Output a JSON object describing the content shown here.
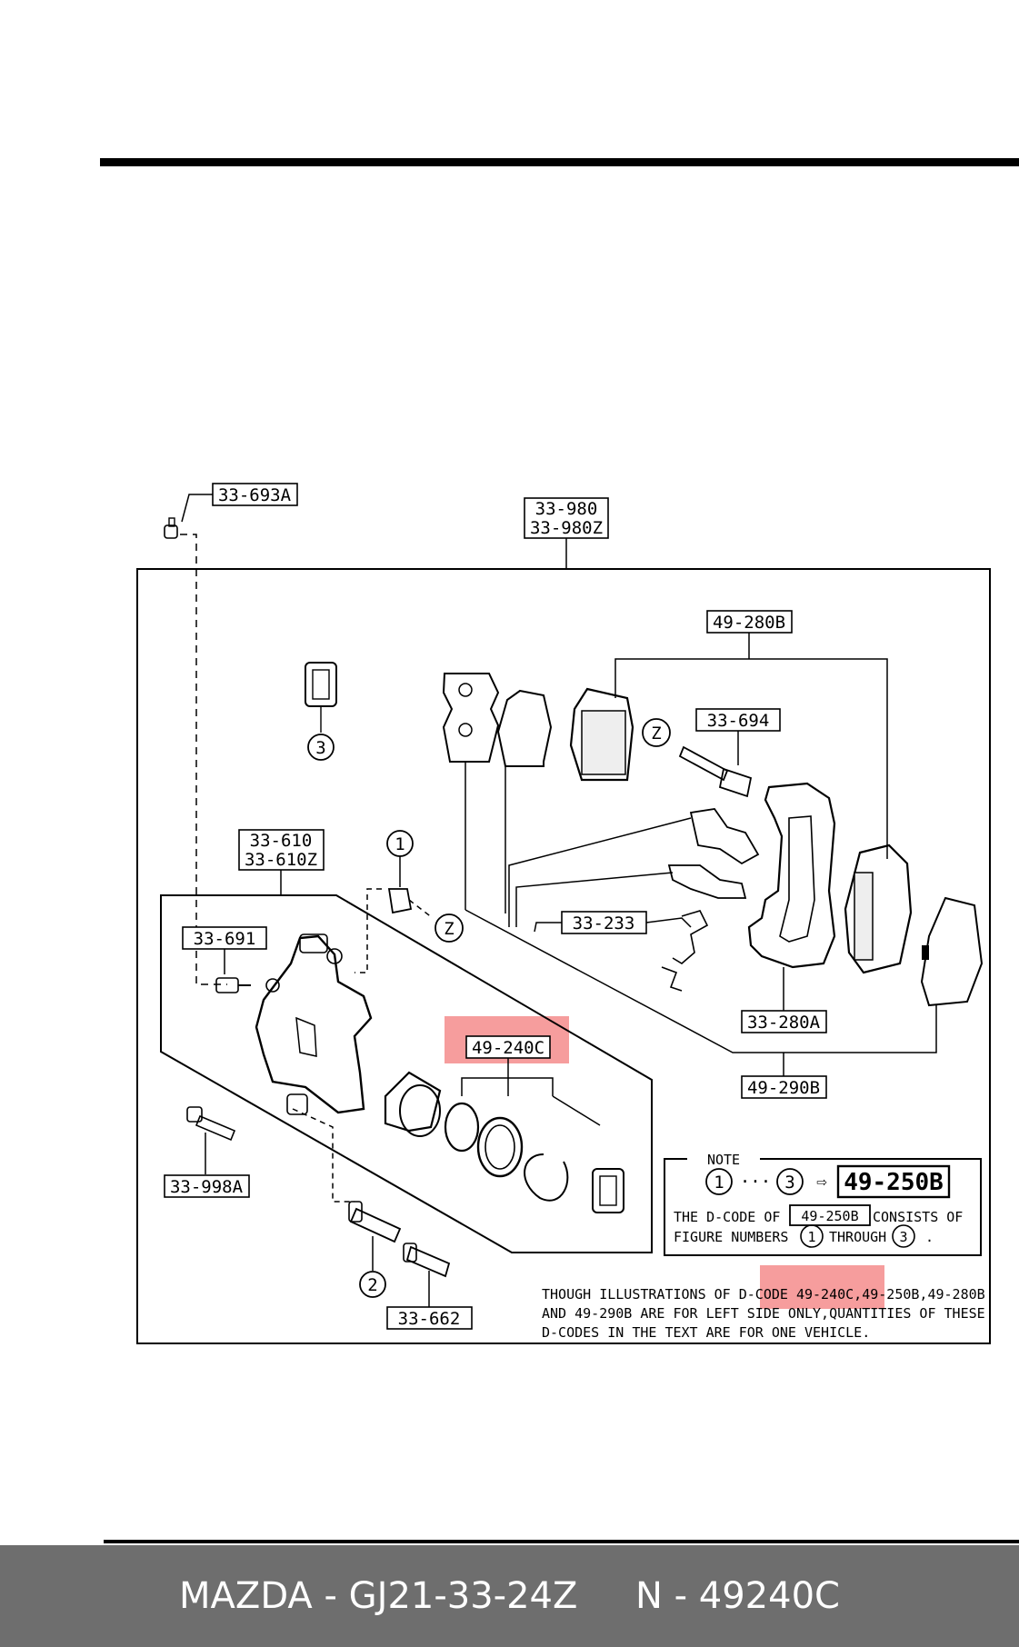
{
  "labels": {
    "l_33_693A": "33-693A",
    "l_33_980": "33-980",
    "l_33_980Z": "33-980Z",
    "l_49_280B": "49-280B",
    "l_33_694": "33-694",
    "l_33_610": "33-610",
    "l_33_610Z": "33-610Z",
    "l_33_691": "33-691",
    "l_33_233": "33-233",
    "l_49_240C": "49-240C",
    "l_33_280A": "33-280A",
    "l_49_290B": "49-290B",
    "l_33_998A": "33-998A",
    "l_33_662": "33-662"
  },
  "circles": {
    "c1": "1",
    "c2": "2",
    "c3": "3",
    "z": "Z"
  },
  "note": {
    "heading": "NOTE",
    "range_dots": "···",
    "arrow": "⇨",
    "target_code": "49-250B",
    "line1_a": "THE D-CODE OF",
    "line1_code": "49-250B",
    "line1_b": "CONSISTS OF",
    "line2_a": "FIGURE NUMBERS",
    "line2_b": "THROUGH",
    "line2_end": "."
  },
  "disclaimer": {
    "line1": "THOUGH ILLUSTRATIONS OF D-CODE 49-240C,49-250B,49-280B",
    "line2": "AND 49-290B ARE FOR LEFT SIDE ONLY,QUANTITIES OF THESE",
    "line3": "D-CODES IN THE TEXT ARE FOR ONE VEHICLE."
  },
  "footer": {
    "part": "MAZDA - GJ21-33-24Z",
    "code": "N - 49240C"
  },
  "colors": {
    "highlight": "#f48c8c",
    "footer_bg": "#6e6e6e",
    "ink": "#000000"
  }
}
